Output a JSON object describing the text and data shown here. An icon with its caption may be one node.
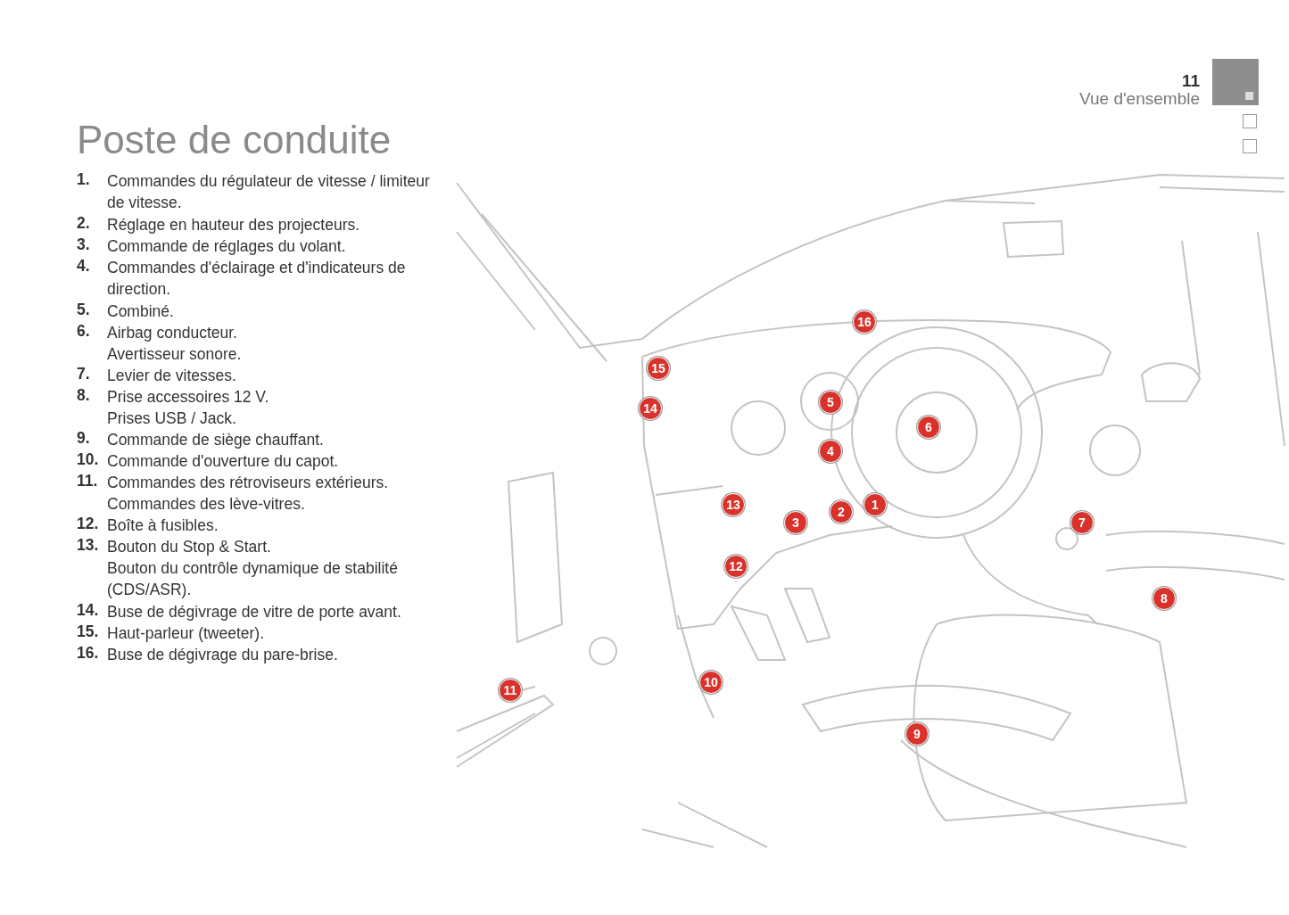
{
  "diagram": {
    "title": "Poste de conduite",
    "labels": [
      "11",
      "Vue d'ensemble",
      "1.",
      "Commandes du régulateur de vitesse / limiteur de vitesse.",
      "2.",
      "Réglage en hauteur des projecteurs.",
      "3.",
      "Commande de réglages du volant.",
      "4.",
      "Commandes d'éclairage et d'indicateurs de direction.",
      "5.",
      "Combiné.",
      "6.",
      "Airbag conducteur.",
      "Avertisseur sonore.",
      "7.",
      "Levier de vitesses.",
      "8.",
      "Prise accessoires 12 V.",
      "Prises USB / Jack.",
      "9.",
      "Commande de siège chauffant.",
      "10.",
      "Commande d'ouverture du capot.",
      "11.",
      "Commandes des rétroviseurs extérieurs.",
      "Commandes des lève-vitres.",
      "12.",
      "Boîte à fusibles.",
      "13.",
      "Bouton du Stop & Start.",
      "Bouton du contrôle dynamique de stabilité (CDS/ASR).",
      "14.",
      "Buse de dégivrage de vitre de porte avant.",
      "15.",
      "Haut-parleur (tweeter).",
      "16.",
      "Buse de dégivrage du pare-brise.",
      "16",
      "15",
      "5",
      "14",
      "6",
      "4",
      "13",
      "1",
      "2",
      "3",
      "7",
      "12",
      "8",
      "10",
      "11",
      "9"
    ]
  }
}
